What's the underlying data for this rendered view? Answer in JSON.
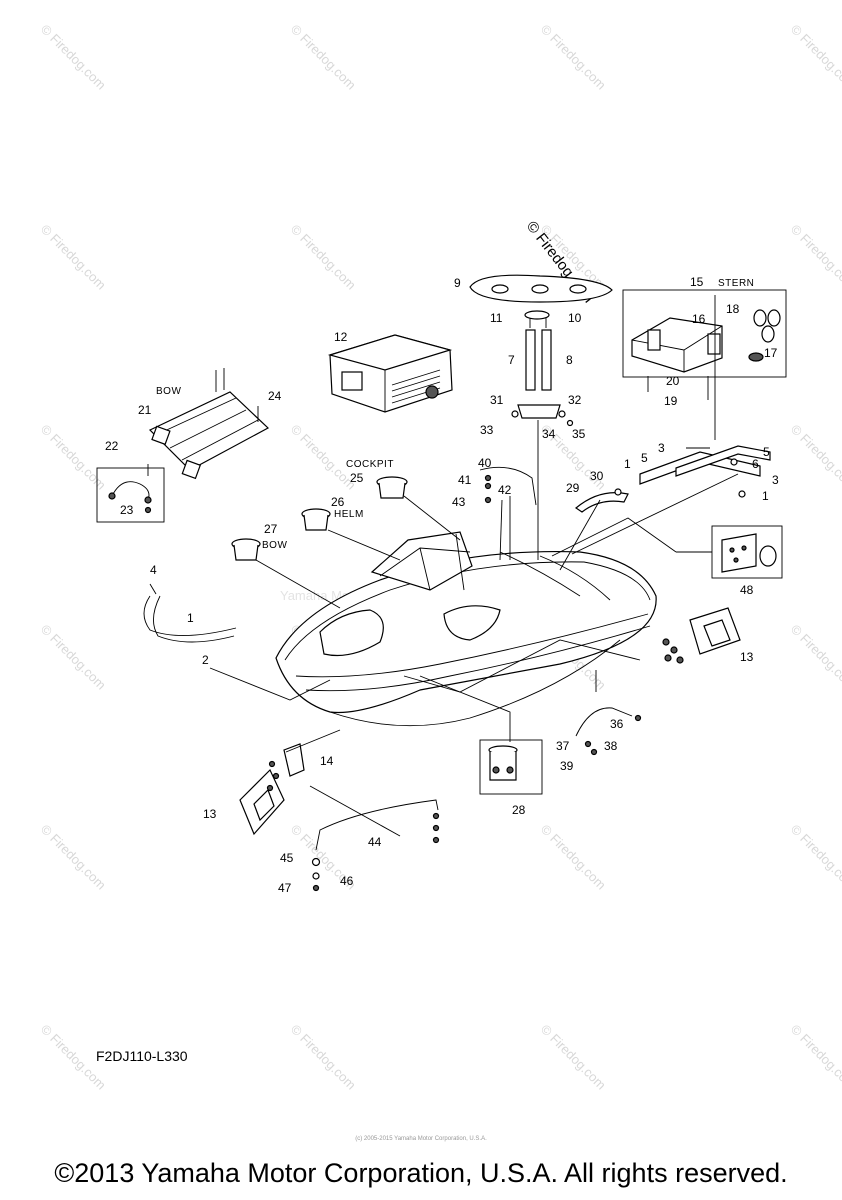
{
  "watermarks": {
    "main": "© Firedog.com",
    "tile": "© Firedog.com",
    "center": "Yamaha Motor Corporation",
    "tiny": "(c) 2005-2015 Yamaha Motor Corporation, U.S.A."
  },
  "labels": {
    "stern": "STERN",
    "bow": "BOW",
    "cockpit": "COCKPIT",
    "helm": "HELM",
    "bow2": "BOW"
  },
  "part_numbers": [
    "1",
    "2",
    "3",
    "4",
    "5",
    "6",
    "7",
    "8",
    "9",
    "10",
    "11",
    "12",
    "13",
    "14",
    "15",
    "16",
    "17",
    "18",
    "19",
    "20",
    "21",
    "22",
    "23",
    "24",
    "25",
    "26",
    "27",
    "28",
    "29",
    "30",
    "31",
    "32",
    "33",
    "34",
    "35",
    "36",
    "37",
    "38",
    "39",
    "40",
    "41",
    "42",
    "43",
    "44",
    "45",
    "46",
    "47",
    "48"
  ],
  "diagram_code": "F2DJ110-L330",
  "footer": "©2013 Yamaha Motor Corporation, U.S.A. All rights reserved."
}
